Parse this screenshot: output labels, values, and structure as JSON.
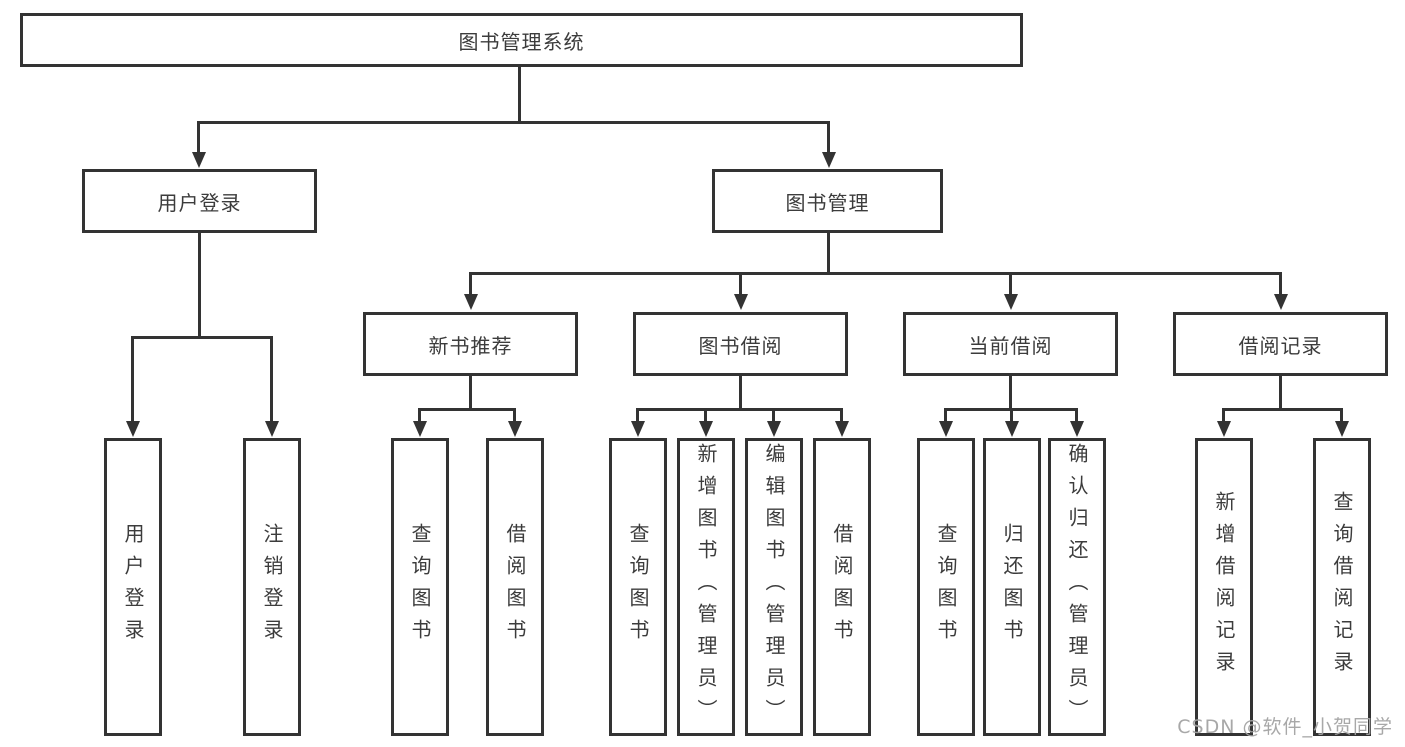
{
  "diagram": {
    "title": "图书管理系统",
    "watermark": "CSDN @软件_小贺同学",
    "colors": {
      "line": "#333333",
      "text": "#3c3c3c",
      "box_background": "#ffffff",
      "watermark": "#a3a3a3"
    },
    "nodes": {
      "root": {
        "label": "图书管理系统"
      },
      "user_login": {
        "label": "用户登录"
      },
      "book_mgmt": {
        "label": "图书管理"
      },
      "new_book_rec": {
        "label": "新书推荐"
      },
      "book_borrow": {
        "label": "图书借阅"
      },
      "current_borrow": {
        "label": "当前借阅"
      },
      "borrow_records": {
        "label": "借阅记录"
      },
      "leaf_user_login": {
        "label": "用户登录"
      },
      "leaf_logout": {
        "label": "注销登录"
      },
      "rec_query_book": {
        "label": "查询图书"
      },
      "rec_borrow_book": {
        "label": "借阅图书"
      },
      "bb_query_book": {
        "label": "查询图书"
      },
      "bb_add_book": {
        "label": "新增图书（管理员）"
      },
      "bb_edit_book": {
        "label": "编辑图书（管理员）"
      },
      "bb_borrow_book": {
        "label": "借阅图书"
      },
      "cb_query_book": {
        "label": "查询图书"
      },
      "cb_return_book": {
        "label": "归还图书"
      },
      "cb_confirm_return": {
        "label": "确认归还（管理员）"
      },
      "br_add_record": {
        "label": "新增借阅记录"
      },
      "br_query_record": {
        "label": "查询借阅记录"
      }
    },
    "hierarchy": {
      "图书管理系统": [
        "用户登录",
        "图书管理"
      ],
      "用户登录": [
        "用户登录",
        "注销登录"
      ],
      "图书管理": [
        "新书推荐",
        "图书借阅",
        "当前借阅",
        "借阅记录"
      ],
      "新书推荐": [
        "查询图书",
        "借阅图书"
      ],
      "图书借阅": [
        "查询图书",
        "新增图书（管理员）",
        "编辑图书（管理员）",
        "借阅图书"
      ],
      "当前借阅": [
        "查询图书",
        "归还图书",
        "确认归还（管理员）"
      ],
      "借阅记录": [
        "新增借阅记录",
        "查询借阅记录"
      ]
    }
  }
}
